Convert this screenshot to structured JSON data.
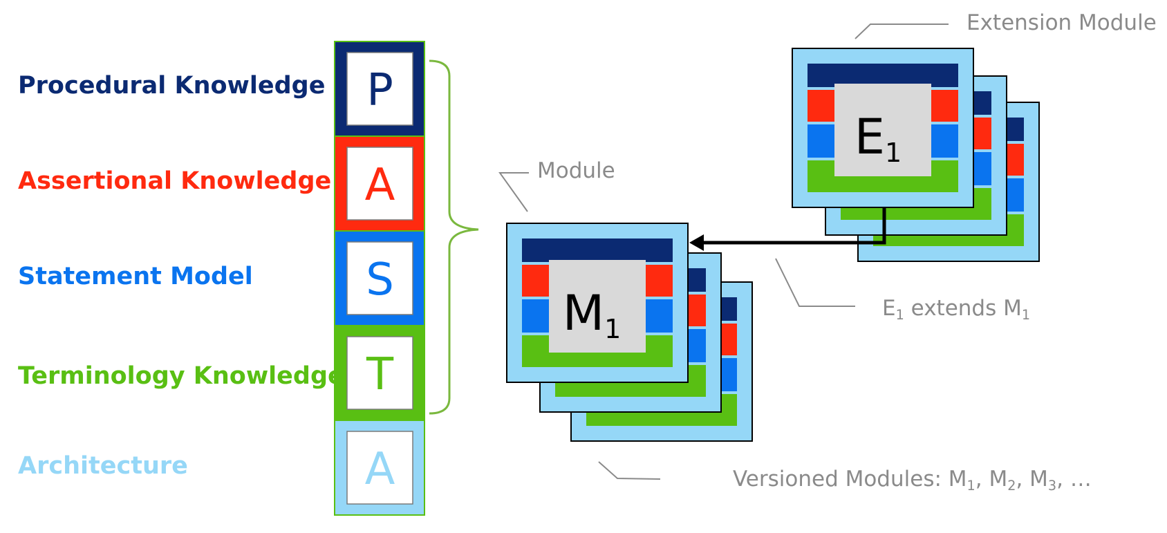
{
  "colors": {
    "procedural": "#0b2a72",
    "assertional": "#ff2a0f",
    "statement": "#0a74ef",
    "terminology": "#59bf13",
    "architecture": "#95d7f7",
    "annotation": "#8a8a8a",
    "brace": "#7ab83e",
    "center_box": "#d9d9d9"
  },
  "layers": [
    {
      "label": "Procedural Knowledge",
      "letter": "P"
    },
    {
      "label": "Assertional Knowledge",
      "letter": "A"
    },
    {
      "label": "Statement Model",
      "letter": "S"
    },
    {
      "label": "Terminology Knowledge",
      "letter": "T"
    },
    {
      "label": "Architecture",
      "letter": "A"
    }
  ],
  "annotations": {
    "module": "Module",
    "extension_module": "Extension Module",
    "extends": {
      "base": "E",
      "sub": "1",
      "mid": " extends M",
      "sub2": "1"
    },
    "versioned": {
      "prefix": "Versioned Modules: M",
      "s1": "1",
      "c1": ", M",
      "s2": "2",
      "c2": ", M",
      "s3": "3",
      "suffix": ", …"
    }
  },
  "module_box": {
    "base": "M",
    "sub": "1"
  },
  "extension_box": {
    "base": "E",
    "sub": "1"
  }
}
